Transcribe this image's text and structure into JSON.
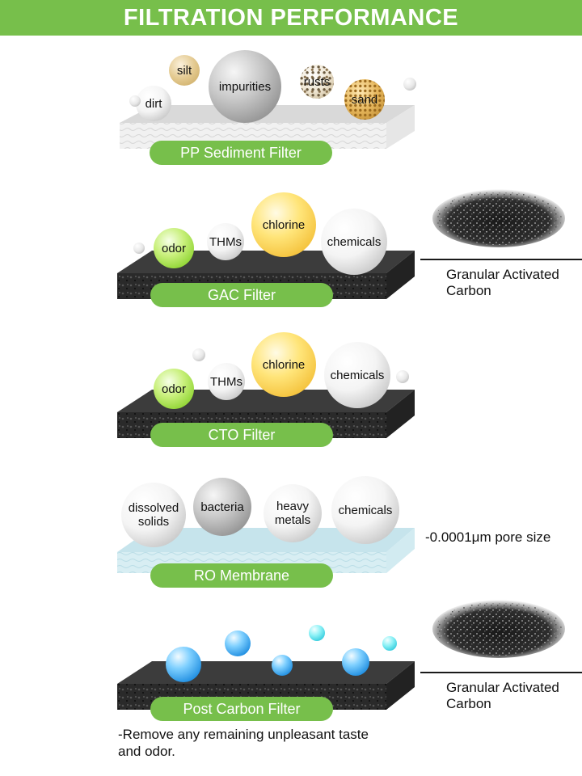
{
  "header": {
    "title": "FILTRATION PERFORMANCE"
  },
  "colors": {
    "accent_green": "#77bf4b",
    "label_text": "#ffffff"
  },
  "stages": [
    {
      "label": "PP Sediment Filter",
      "particles": [
        "dirt",
        "silt",
        "impurities",
        "rusts",
        "sand"
      ]
    },
    {
      "label": "GAC Filter",
      "particles": [
        "odor",
        "THMs",
        "chlorine",
        "chemicals"
      ],
      "side_note": "Granular Activated Carbon"
    },
    {
      "label": "CTO Filter",
      "particles": [
        "odor",
        "THMs",
        "chlorine",
        "chemicals"
      ]
    },
    {
      "label": "RO Membrane",
      "particles": [
        "dissolved solids",
        "bacteria",
        "heavy metals",
        "chemicals"
      ],
      "side_note": "-0.0001μm pore size"
    },
    {
      "label": "Post Carbon Filter",
      "side_note": "Granular Activated Carbon",
      "footnote": "-Remove any remaining unpleasant taste and odor."
    }
  ]
}
